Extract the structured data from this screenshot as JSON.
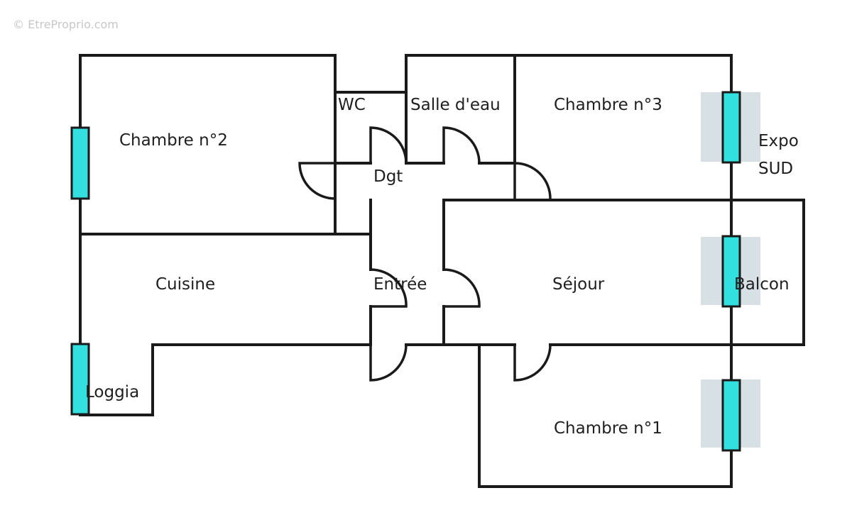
{
  "watermark": "© EtreProprio.com",
  "rooms": {
    "chambre2": "Chambre n°2",
    "wc": "WC",
    "salle_eau": "Salle d'eau",
    "chambre3": "Chambre n°3",
    "dgt": "Dgt",
    "cuisine": "Cuisine",
    "entree": "Entrée",
    "sejour": "Séjour",
    "balcon": "Balcon",
    "loggia": "Loggia",
    "chambre1": "Chambre n°1"
  },
  "orientation": {
    "line1": "Expo",
    "line2": "SUD"
  },
  "colors": {
    "window": "#33e0e0",
    "wall": "#1a1a1a",
    "shade": "#c9d6dc"
  }
}
